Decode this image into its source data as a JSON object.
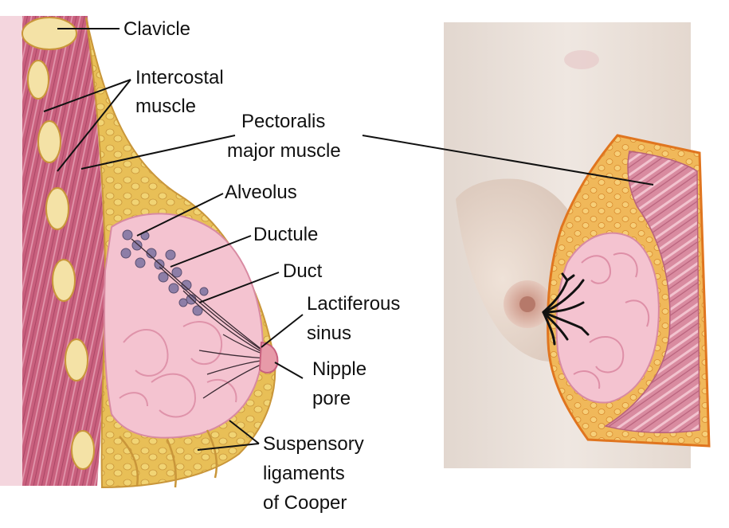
{
  "labels": {
    "clavicle": "Clavicle",
    "intercostal_1": "Intercostal",
    "intercostal_2": "muscle",
    "pectoralis_1": "Pectoralis",
    "pectoralis_2": "major muscle",
    "alveolus": "Alveolus",
    "ductule": "Ductule",
    "duct": "Duct",
    "lactiferous_1": "Lactiferous",
    "lactiferous_2": "sinus",
    "nipple_1": "Nipple",
    "nipple_2": "pore",
    "suspensory_1": "Suspensory",
    "suspensory_2": "ligaments",
    "suspensory_3": "of Cooper"
  },
  "colors": {
    "muscle": "#c9607e",
    "muscle_light": "#e7a6b9",
    "fat": "#e9c35a",
    "fat_dark": "#c9963a",
    "gland": "#f3bccb",
    "gland_dark": "#d88aa2",
    "skin": "#e9dbd1",
    "skin_shadow": "#d8c5b8",
    "outline": "#e0751f",
    "background_photo": "#efe7e1"
  }
}
